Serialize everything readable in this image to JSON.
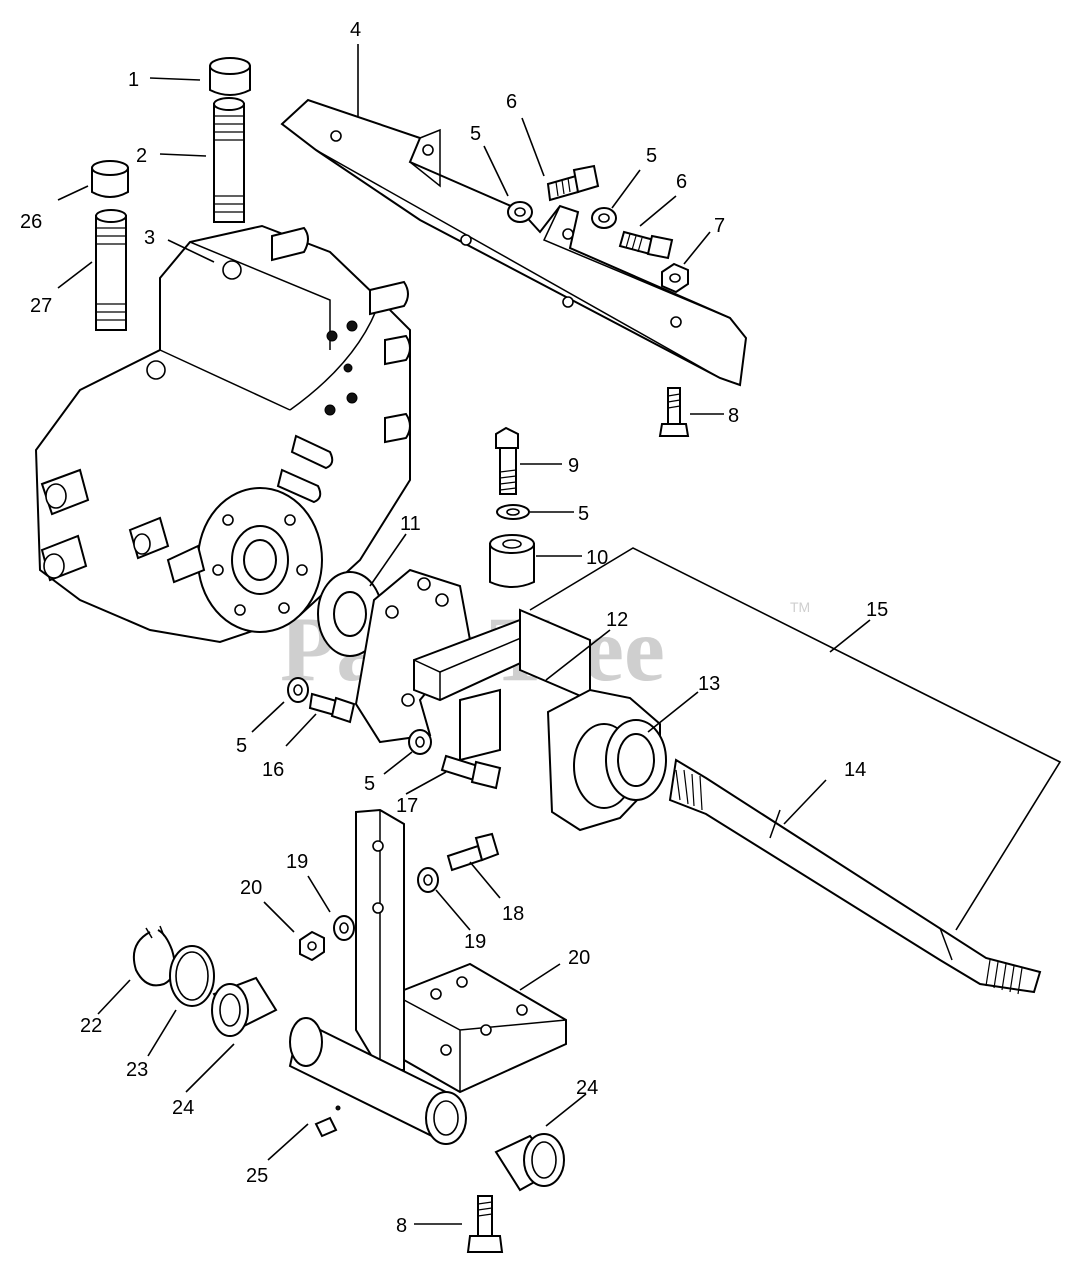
{
  "watermark": {
    "text": "PartsTree",
    "trademark": "TM"
  },
  "callouts": {
    "c1": "1",
    "c2": "2",
    "c3": "3",
    "c4": "4",
    "c5a": "5",
    "c5b": "5",
    "c5c": "5",
    "c5d": "5",
    "c5e": "5",
    "c6a": "6",
    "c6b": "6",
    "c7": "7",
    "c8a": "8",
    "c8b": "8",
    "c9": "9",
    "c10": "10",
    "c11": "11",
    "c12": "12",
    "c13": "13",
    "c14": "14",
    "c15": "15",
    "c16": "16",
    "c17": "17",
    "c18": "18",
    "c19a": "19",
    "c19b": "19",
    "c20a": "20",
    "c20b": "20",
    "c22": "22",
    "c23": "23",
    "c24a": "24",
    "c24b": "24",
    "c25": "25",
    "c26": "26",
    "c27": "27"
  }
}
